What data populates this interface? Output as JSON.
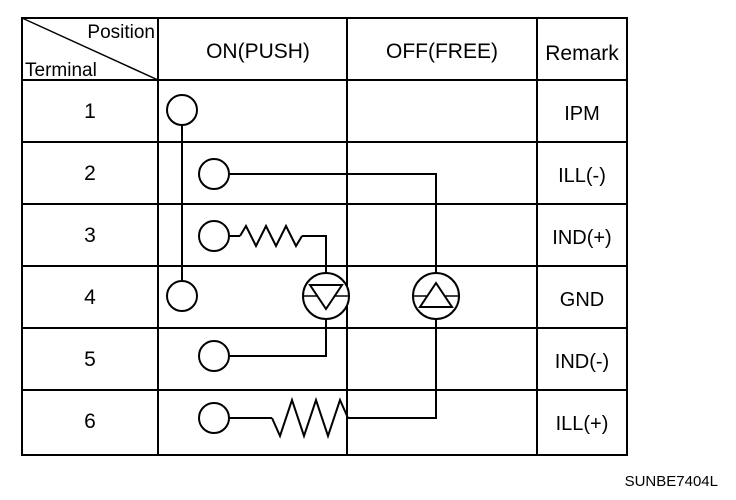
{
  "table": {
    "corner_top": "Position",
    "corner_bottom": "Terminal",
    "columns": [
      "ON(PUSH)",
      "OFF(FREE)",
      "Remark"
    ],
    "rows": [
      {
        "terminal": "1",
        "remark": "IPM"
      },
      {
        "terminal": "2",
        "remark": "ILL(-)"
      },
      {
        "terminal": "3",
        "remark": "IND(+)"
      },
      {
        "terminal": "4",
        "remark": "GND"
      },
      {
        "terminal": "5",
        "remark": "IND(-)"
      },
      {
        "terminal": "6",
        "remark": "ILL(+)"
      }
    ]
  },
  "figure_code": "SUNBE7404L"
}
